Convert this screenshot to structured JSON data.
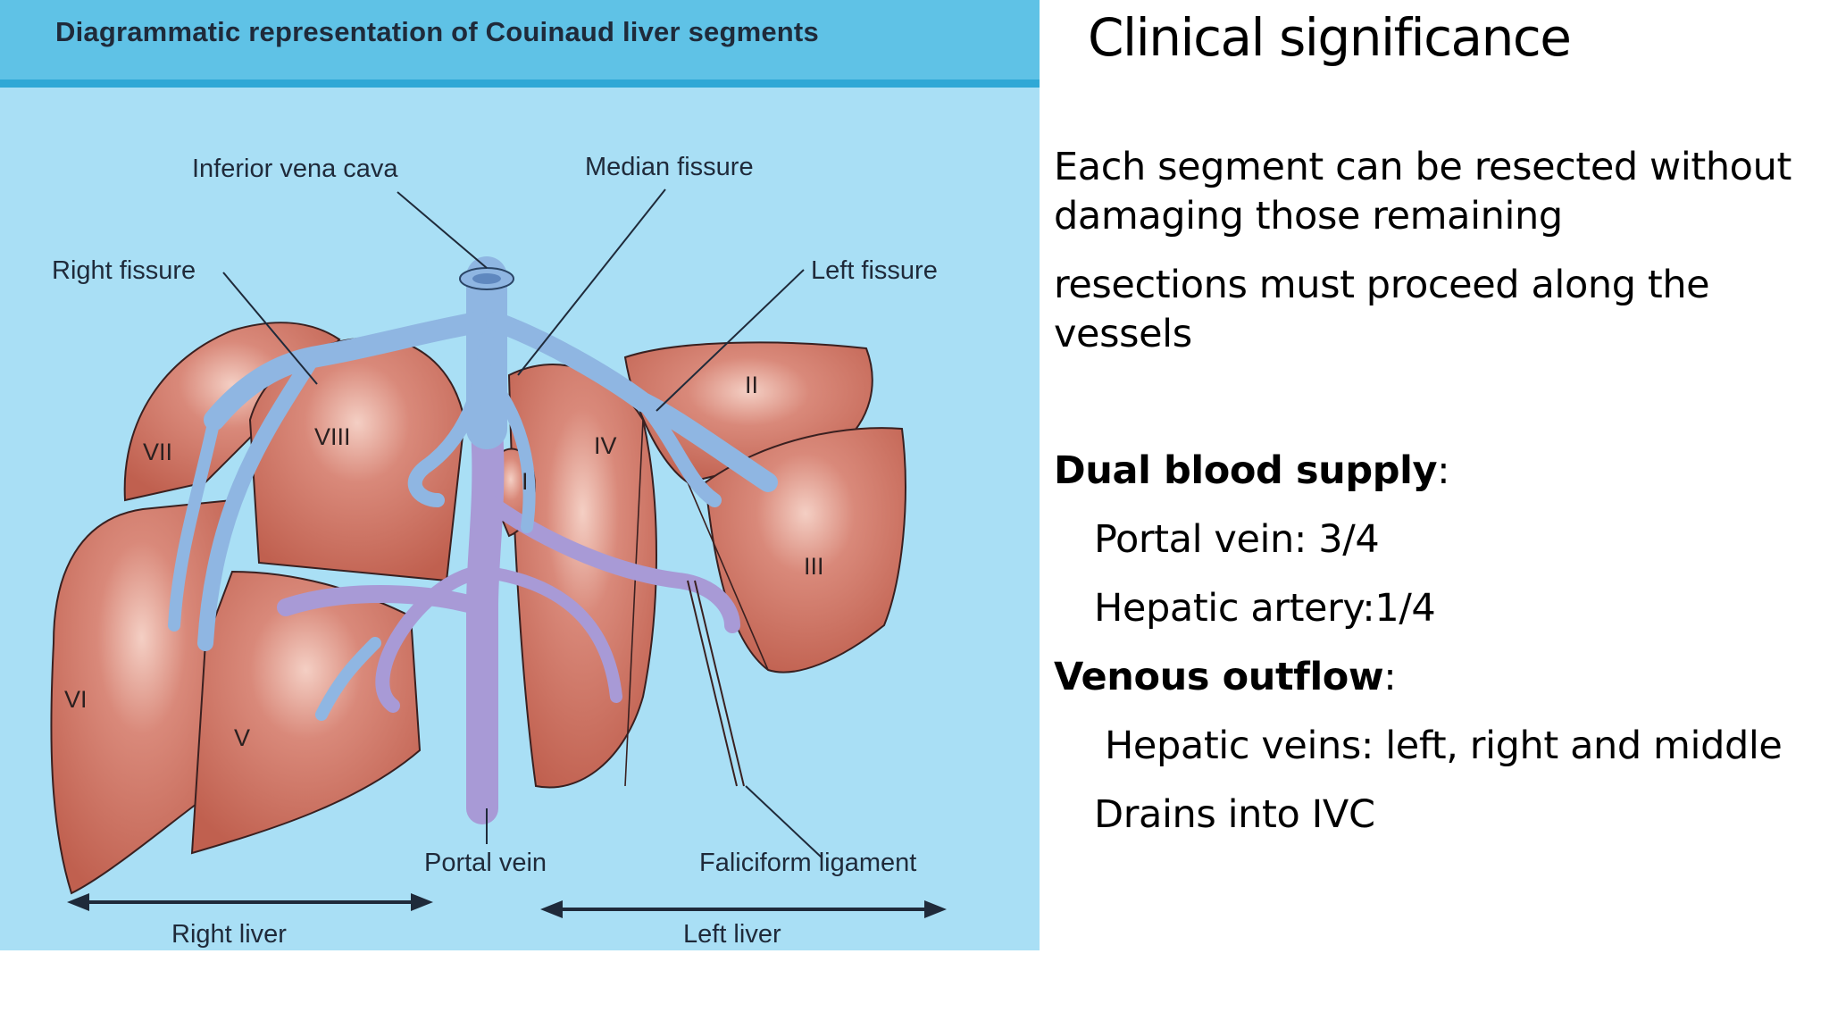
{
  "figure": {
    "title": "Diagrammatic representation of Couinaud liver segments",
    "labels": {
      "inferior_vena_cava": "Inferior vena cava",
      "median_fissure": "Median fissure",
      "right_fissure": "Right fissure",
      "left_fissure": "Left fissure",
      "portal_vein": "Portal vein",
      "falciform_ligament": "Faliciform ligament",
      "right_liver": "Right liver",
      "left_liver": "Left liver"
    },
    "segments": {
      "s1": "I",
      "s2": "II",
      "s3": "III",
      "s4": "IV",
      "s5": "V",
      "s6": "VI",
      "s7": "VII",
      "s8": "VIII"
    },
    "colors": {
      "background": "#a9dff5",
      "header": "#5fc2e6",
      "liver": "#c9685a",
      "vessel_blue": "#8fb6e2",
      "vessel_purple": "#a89ad6"
    }
  },
  "slide": {
    "title": "Clinical significance",
    "para1_line1": "Each segment can be resected without",
    "para1_line2": "damaging those remaining",
    "para2_line1": "resections must proceed along the",
    "para2_line2": "vessels",
    "dual_label": "Dual blood supply",
    "dual_colon": ":",
    "portal": "Portal vein: 3/4",
    "artery": "Hepatic artery:1/4",
    "venous_label": "Venous outflow",
    "venous_colon": ":",
    "hepatic_veins": "Hepatic veins: left, right and middle",
    "drains": "Drains into IVC"
  }
}
